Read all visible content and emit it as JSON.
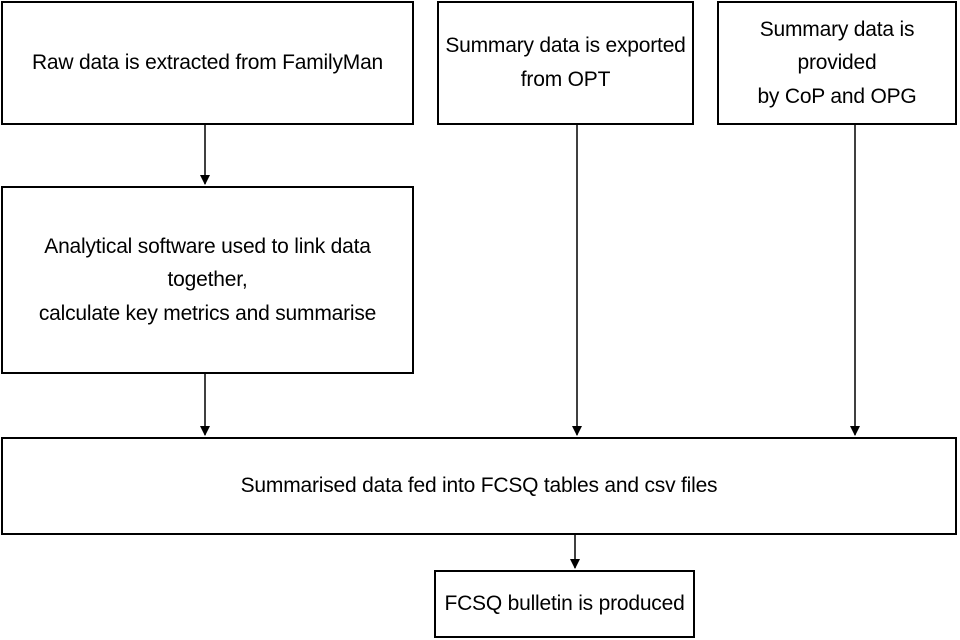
{
  "diagram": {
    "nodes": {
      "raw": {
        "lines": [
          "Raw data is extracted from FamilyMan"
        ]
      },
      "opt": {
        "lines": [
          "Summary data is exported",
          "from OPT"
        ]
      },
      "cop": {
        "lines": [
          "Summary data is provided",
          "by CoP and OPG"
        ]
      },
      "analytical": {
        "lines": [
          "Analytical software used to link data together,",
          "calculate key metrics and summarise"
        ]
      },
      "summarised": {
        "lines": [
          "Summarised data fed into FCSQ tables and csv files"
        ]
      },
      "bulletin": {
        "lines": [
          "FCSQ bulletin is produced"
        ]
      }
    },
    "edges": [
      {
        "from": "raw",
        "to": "analytical"
      },
      {
        "from": "analytical",
        "to": "summarised"
      },
      {
        "from": "opt",
        "to": "summarised"
      },
      {
        "from": "cop",
        "to": "summarised"
      },
      {
        "from": "summarised",
        "to": "bulletin"
      }
    ]
  }
}
